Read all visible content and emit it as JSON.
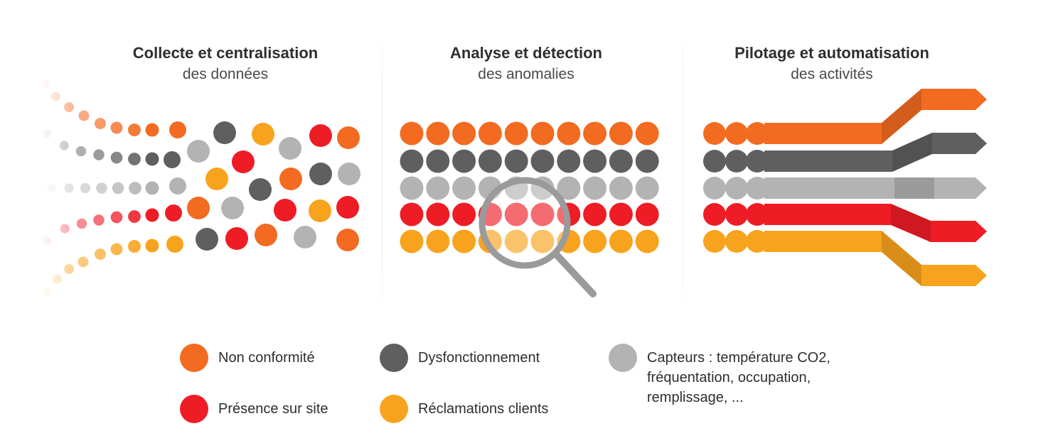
{
  "panels": [
    {
      "title": "Collecte et centralisation",
      "subtitle": "des données"
    },
    {
      "title": "Analyse et détection",
      "subtitle": "des anomalies"
    },
    {
      "title": "Pilotage et automatisation",
      "subtitle": "des activités"
    }
  ],
  "colors": {
    "non_conformite": "#f26b21",
    "dysfonctionnement": "#5f5f5f",
    "capteurs": "#b3b3b3",
    "presence": "#ee1c25",
    "reclamations": "#f8a31d",
    "magnifier": "#9a9a9a"
  },
  "icons": {
    "magnifier": "magnifier-icon"
  },
  "legend": [
    {
      "key": "non_conformite",
      "label": "Non conformité"
    },
    {
      "key": "dysfonctionnement",
      "label": "Dysfonctionnement"
    },
    {
      "key": "capteurs",
      "label": "Capteurs : température CO2,\nfréquentation, occupation,\nremplissage, ..."
    },
    {
      "key": "presence",
      "label": "Présence sur site"
    },
    {
      "key": "reclamations",
      "label": "Réclamations clients"
    }
  ]
}
